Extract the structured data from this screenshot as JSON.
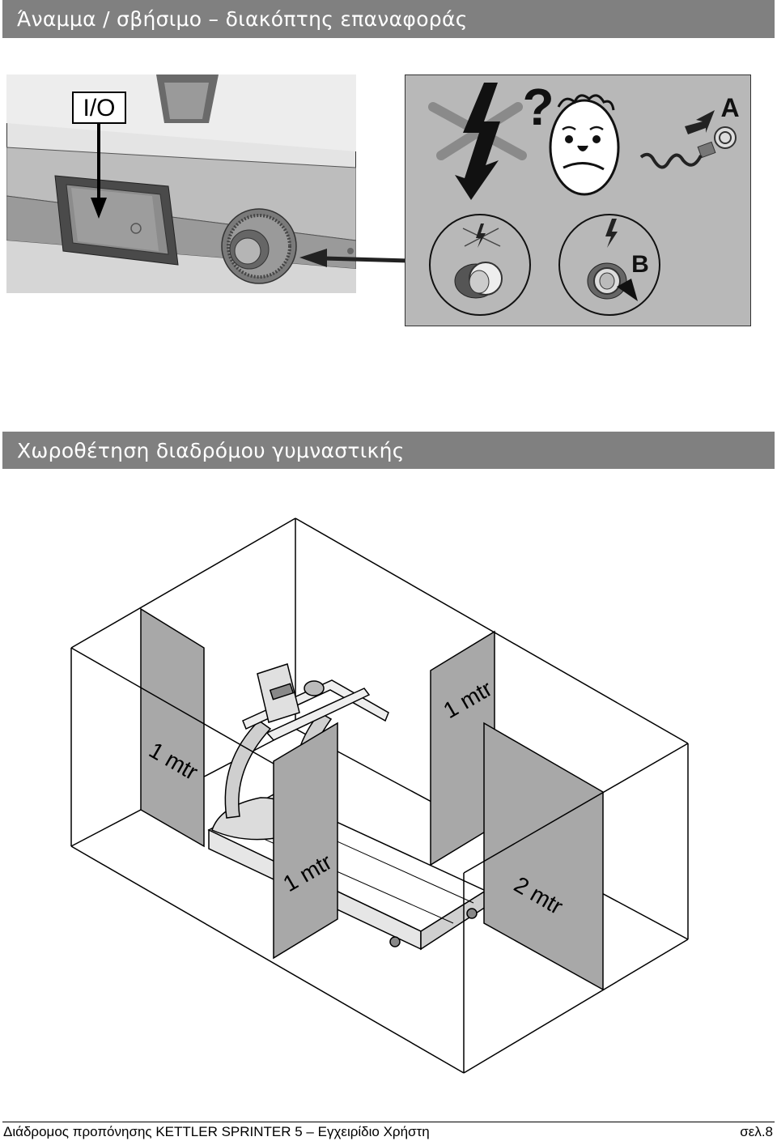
{
  "section1": {
    "title": "Άναμμα / σβήσιμο – διακόπτης επαναφοράς"
  },
  "illustration1": {
    "switch_label": "I/O"
  },
  "illustration2": {
    "label_a": "A",
    "label_b": "B",
    "question_mark": "?"
  },
  "section2": {
    "title": "Χωροθέτηση διαδρόμου γυμναστικής"
  },
  "clearance": {
    "left": "1 mtr",
    "back": "1 mtr",
    "front": "1 mtr",
    "rear": "2 mtr"
  },
  "footer": {
    "left": "Διάδρομος προπόνησης KETTLER SPRINTER 5 – Εγχειρίδιο Χρήστη",
    "right": "σελ.8"
  },
  "colors": {
    "header_bar": "#808080",
    "panel_gray": "#b8b8b8",
    "clearance_gray": "#a8a8a8"
  }
}
